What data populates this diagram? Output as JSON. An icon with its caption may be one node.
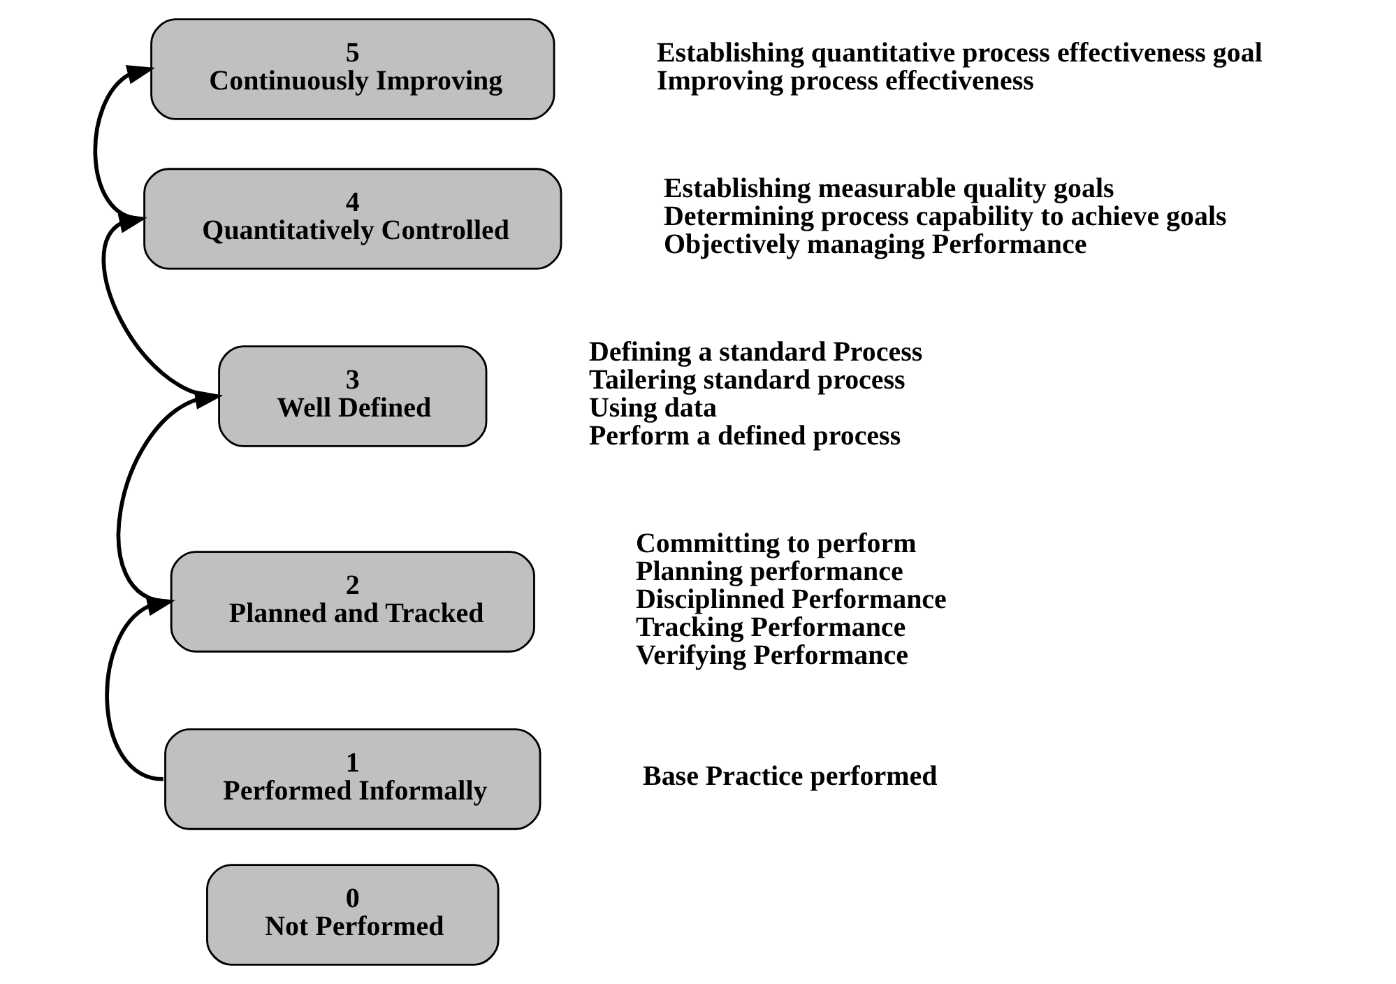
{
  "diagram": {
    "nodes": [
      {
        "text": [
          "5",
          "Continuously Improving"
        ],
        "beside": [
          "Establishing quantitative process effectiveness goal",
          "Improving process effectiveness"
        ]
      },
      {
        "text": [
          "4",
          "Quantitatively Controlled"
        ],
        "beside": [
          "Establishing measurable quality goals",
          "Determining process capability to achieve goals",
          "Objectively managing Performance"
        ]
      },
      {
        "text": [
          "3",
          "Well Defined"
        ],
        "beside": [
          "Defining a standard Process",
          "Tailering standard process",
          "Using data",
          "Perform a defined process"
        ]
      },
      {
        "text": [
          "2",
          "Planned and Tracked"
        ],
        "beside": [
          "Committing to perform",
          "Planning performance",
          "Disciplinned Performance",
          "Tracking Performance",
          "Verifying Performance"
        ]
      },
      {
        "text": [
          "1",
          "Performed Informally"
        ],
        "beside": [
          "Base Practice performed"
        ]
      },
      {
        "text": [
          "0",
          "Not Performed"
        ]
      }
    ],
    "edges": [
      {
        "from": 4,
        "to": 3,
        "arrow": "to"
      },
      {
        "from": 3,
        "to": 2,
        "arrow": "to"
      },
      {
        "from": 2,
        "to": 1,
        "arrow": "to"
      },
      {
        "from": 1,
        "to": 0,
        "arrow": "to"
      }
    ]
  }
}
